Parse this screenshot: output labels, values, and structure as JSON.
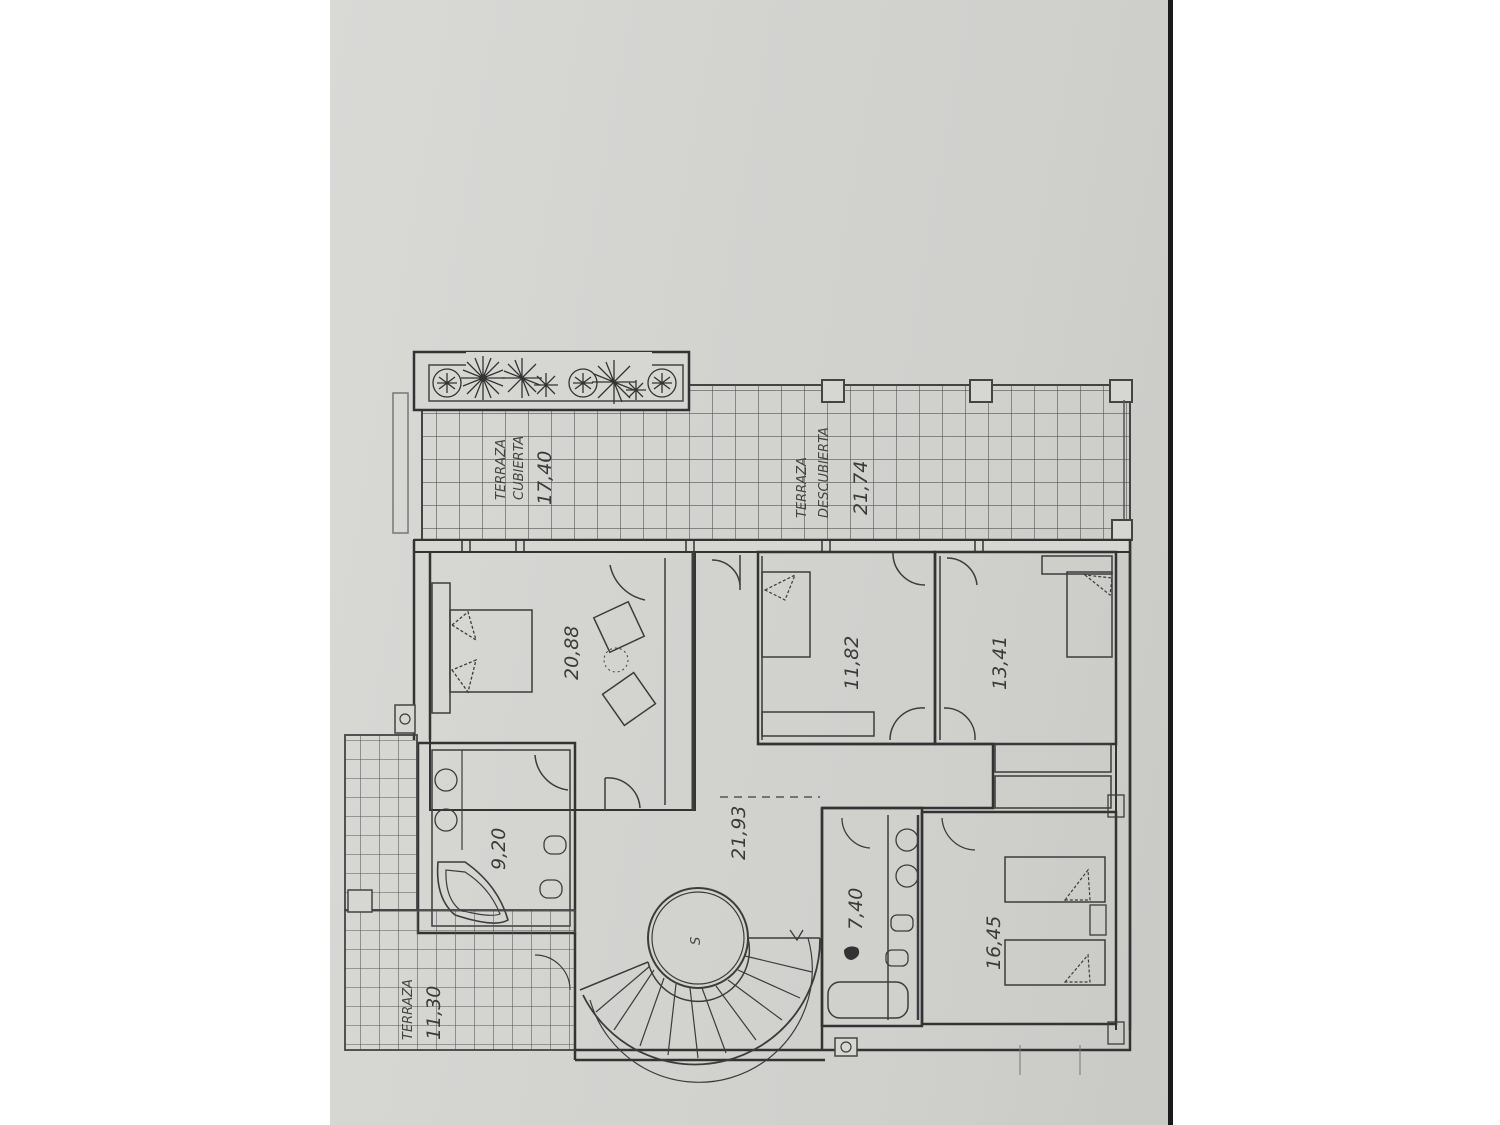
{
  "document": {
    "type": "floor-plan-photo",
    "orientation": "rotated-90-ccw",
    "paper_color": "#d4d4d1",
    "ink_color": "#3c3c3c",
    "background_color": "#ffffff"
  },
  "rooms": [
    {
      "id": "terraza-cubierta",
      "name": "TERRAZA CUBIERTA",
      "area": "17,40"
    },
    {
      "id": "terraza-descubierta",
      "name": "TERRAZA DESCUBIERTA",
      "area": "21,74"
    },
    {
      "id": "master-bedroom",
      "name": "",
      "area": "20,88"
    },
    {
      "id": "bedroom-2",
      "name": "",
      "area": "11,82"
    },
    {
      "id": "bedroom-3",
      "name": "",
      "area": "13,41"
    },
    {
      "id": "master-bath",
      "name": "",
      "area": "9,20"
    },
    {
      "id": "hall-stair",
      "name": "",
      "area": "21,93"
    },
    {
      "id": "bath-2",
      "name": "",
      "area": "7,40"
    },
    {
      "id": "bedroom-4",
      "name": "",
      "area": "16,45"
    },
    {
      "id": "terraza-side",
      "name": "TERRAZA",
      "area": "11,30"
    }
  ],
  "labels": {
    "terraza_cubierta_line1": "TERRAZA",
    "terraza_cubierta_line2": "CUBIERTA",
    "terraza_cubierta_area": "17,40",
    "terraza_descubierta_line1": "TERRAZA",
    "terraza_descubierta_line2": "DESCUBIERTA",
    "terraza_descubierta_area": "21,74",
    "master_bedroom_area": "20,88",
    "bedroom2_area": "11,82",
    "bedroom3_area": "13,41",
    "master_bath_area": "9,20",
    "hall_area": "21,93",
    "bath2_area": "7,40",
    "bedroom4_area": "16,45",
    "terraza_side_line1": "TERRAZA",
    "terraza_side_area": "11,30",
    "stair_symbol": "S"
  },
  "fixtures": {
    "beds": 5,
    "armchairs": 2,
    "bathtubs": 2,
    "washbasins": 4,
    "toilets": 2,
    "bidets": 2,
    "spiral_stair": 1,
    "planters": 7
  }
}
